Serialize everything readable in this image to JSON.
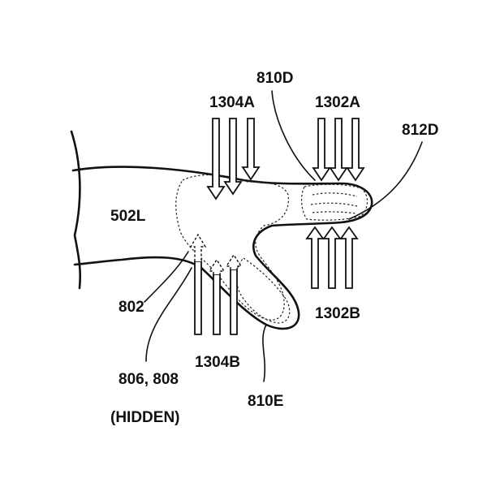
{
  "labels": {
    "glove": "502L",
    "region_802": "802",
    "sensors": "806, 808",
    "hidden": "(HIDDEN)",
    "force_1304A": "1304A",
    "force_1304B": "1304B",
    "force_1302A": "1302A",
    "force_1302B": "1302B",
    "region_810D": "810D",
    "region_810E": "810E",
    "region_812D": "812D"
  }
}
